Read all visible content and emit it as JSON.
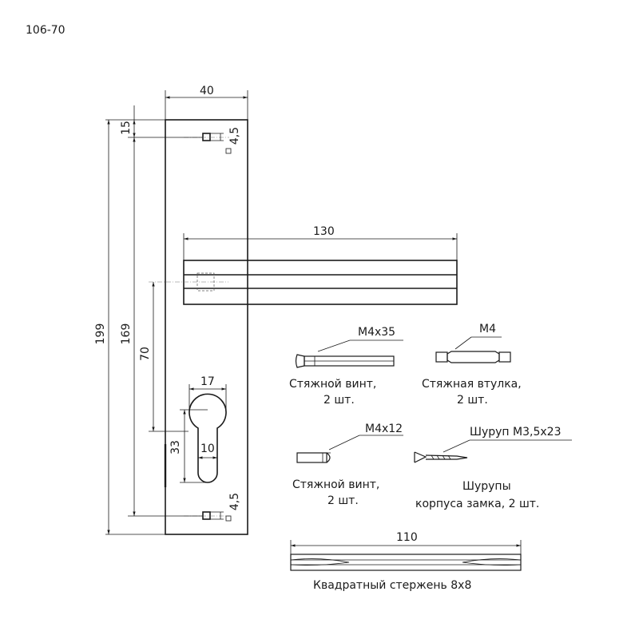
{
  "code": "106-70",
  "dims": {
    "plate_width": "40",
    "top_offset": "15",
    "total_height": "199",
    "screw_span": "169",
    "handle_offset": "70",
    "hole_top": "4,5",
    "hole_bottom": "4,5",
    "lever_length": "130",
    "cyl_width": "17",
    "cyl_neck": "10",
    "cyl_height": "33",
    "spindle_length": "110"
  },
  "parts": {
    "bolt_long_size": "M4x35",
    "bolt_long_name": "Стяжной винт,",
    "bolt_long_qty": "2 шт.",
    "bushing_size": "M4",
    "bushing_name": "Стяжная втулка,",
    "bushing_qty": "2 шт.",
    "bolt_short_size": "M4x12",
    "bolt_short_name": "Стяжной винт,",
    "bolt_short_qty": "2 шт.",
    "screw_size": "Шуруп M3,5x23",
    "screw_name": "Шурупы",
    "screw_desc": "корпуса замка, 2 шт.",
    "spindle_name": "Квадратный стержень 8x8"
  }
}
